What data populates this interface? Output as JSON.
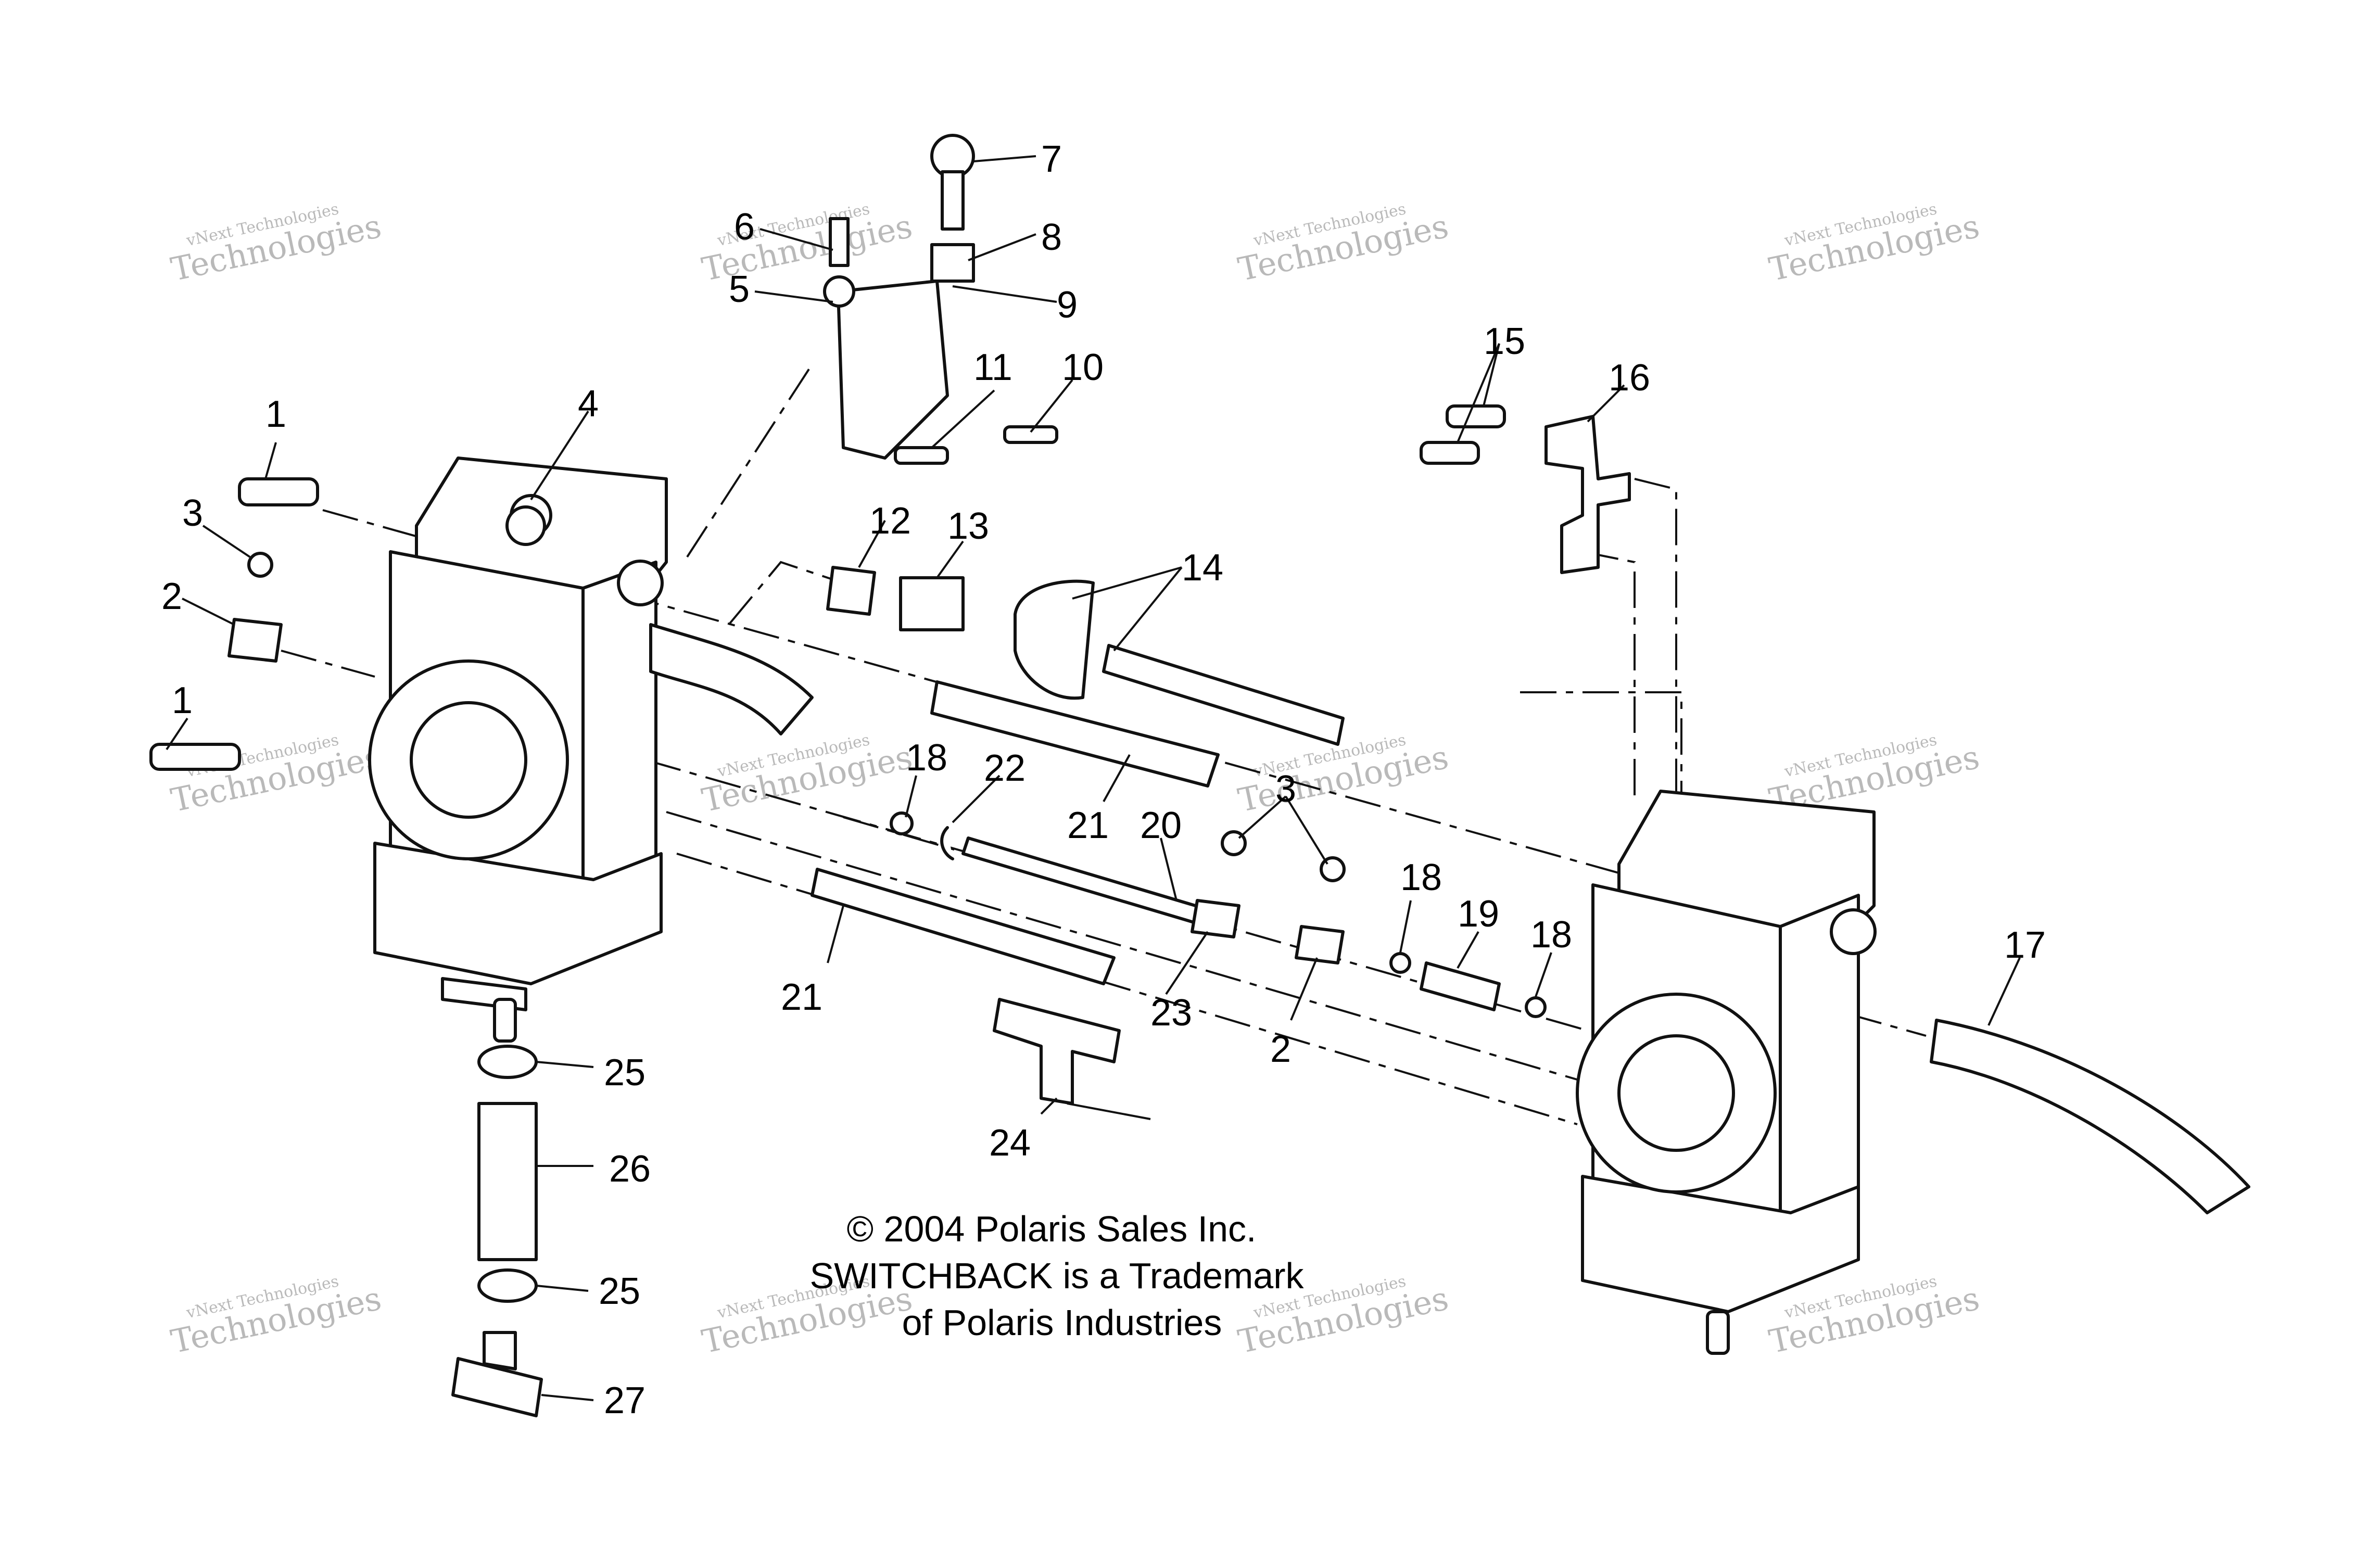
{
  "callouts": {
    "c1a": "1",
    "c1b": "1",
    "c2a": "2",
    "c2b": "2",
    "c3a": "3",
    "c3b": "3",
    "c4": "4",
    "c5": "5",
    "c6": "6",
    "c7": "7",
    "c8": "8",
    "c9": "9",
    "c10": "10",
    "c11": "11",
    "c12": "12",
    "c13": "13",
    "c14": "14",
    "c15": "15",
    "c16": "16",
    "c17": "17",
    "c18a": "18",
    "c18b": "18",
    "c18c": "18",
    "c19": "19",
    "c20": "20",
    "c21a": "21",
    "c21b": "21",
    "c22": "22",
    "c23": "23",
    "c24": "24",
    "c25a": "25",
    "c25b": "25",
    "c26": "26",
    "c27": "27"
  },
  "copyright": {
    "line1": "© 2004 Polaris Sales Inc.",
    "line2": "SWITCHBACK is a Trademark",
    "line3": "of Polaris Industries"
  },
  "watermark": {
    "small": "vNext Technologies",
    "big": "Technologies",
    "big_top": "vNext"
  }
}
